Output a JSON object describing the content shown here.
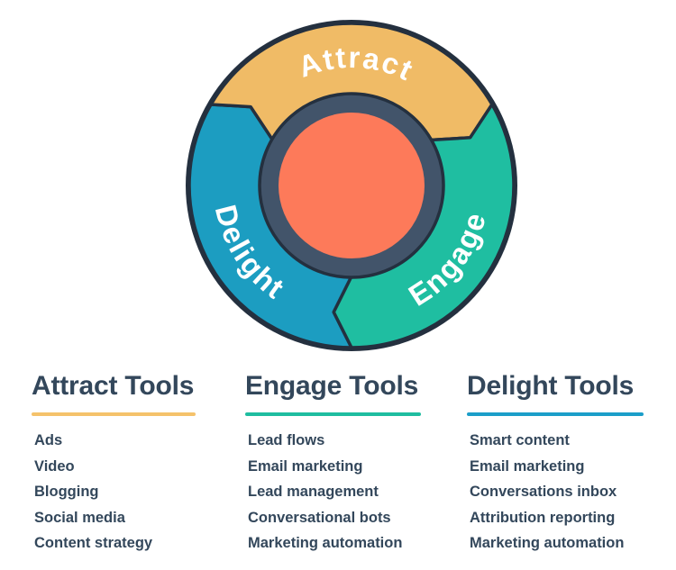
{
  "flywheel": {
    "segments": [
      {
        "label": "Attract",
        "color": "#F0BB66"
      },
      {
        "label": "Engage",
        "color": "#1FBEA1"
      },
      {
        "label": "Delight",
        "color": "#1C9DC1"
      }
    ],
    "core_color": "#FD7A5A",
    "ring_color": "#42546A",
    "outline_color": "#24303F",
    "label_color": "#FFFFFF"
  },
  "text_color": "#33475B",
  "columns": [
    {
      "title": "Attract Tools",
      "underline_color": "#F5C26B",
      "items": [
        "Ads",
        "Video",
        "Blogging",
        "Social media",
        "Content strategy"
      ]
    },
    {
      "title": "Engage Tools",
      "underline_color": "#1FBDA0",
      "items": [
        "Lead flows",
        "Email marketing",
        "Lead management",
        "Conversational bots",
        "Marketing automation"
      ]
    },
    {
      "title": "Delight Tools",
      "underline_color": "#1B9EC9",
      "items": [
        "Smart content",
        "Email marketing",
        "Conversations inbox",
        "Attribution reporting",
        "Marketing automation"
      ]
    }
  ]
}
